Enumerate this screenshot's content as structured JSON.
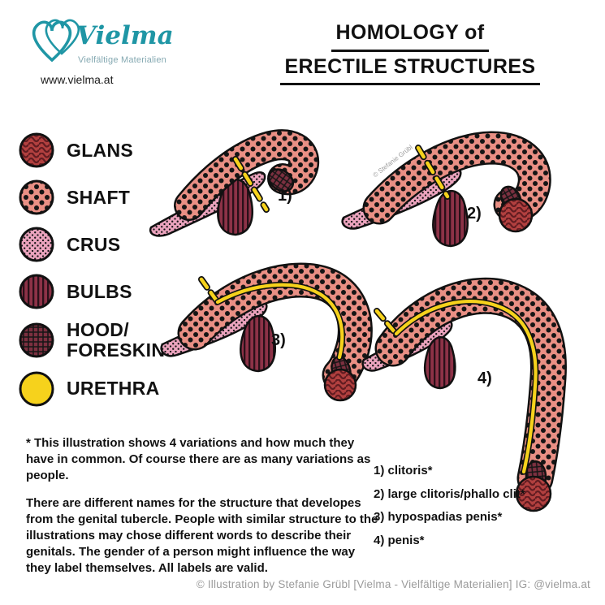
{
  "brand": {
    "name": "Vielma",
    "tagline": "Vielfältige Materialien",
    "url": "www.vielma.at"
  },
  "title": {
    "line1": "HOMOLOGY of",
    "line2": "ERECTILE STRUCTURES"
  },
  "legend": {
    "items": [
      {
        "id": "glans",
        "label": "GLANS"
      },
      {
        "id": "shaft",
        "label": "SHAFT"
      },
      {
        "id": "crus",
        "label": "CRUS"
      },
      {
        "id": "bulbs",
        "label": "BULBS"
      },
      {
        "id": "hood",
        "label": "HOOD/",
        "label2": "FORESKIN"
      },
      {
        "id": "urethra",
        "label": "URETHRA"
      }
    ]
  },
  "figures": [
    {
      "number": "1)"
    },
    {
      "number": "2)"
    },
    {
      "number": "3)"
    },
    {
      "number": "4)"
    }
  ],
  "notes": {
    "p1": "* This illustration shows 4 variations and how much they have in common. Of course there are as many variations as people.",
    "p2": "There are different names for the structure that developes from the genital tubercle. People with similar structure to the illustrations may chose different words to describe their genitals. The gender of a person might influence the way they label themselves. All labels are valid."
  },
  "variations": [
    "1) clitoris*",
    "2) large clitoris/phallo clit*",
    "3) hypospadias penis*",
    "4) penis*"
  ],
  "watermark": "© Stefanie Grübl",
  "footer": "© Illustration by Stefanie Grübl [Vielma - Vielfältige Materialien] IG: @vielma.at",
  "colors": {
    "teal": "#1f96a5",
    "glans_red": "#b2403f",
    "shaft_pink": "#e98f84",
    "crus_pink": "#eba3bd",
    "bulbs_maroon": "#8d3247",
    "hood_dark": "#7c3040",
    "urethra_yellow": "#f6d21c"
  }
}
